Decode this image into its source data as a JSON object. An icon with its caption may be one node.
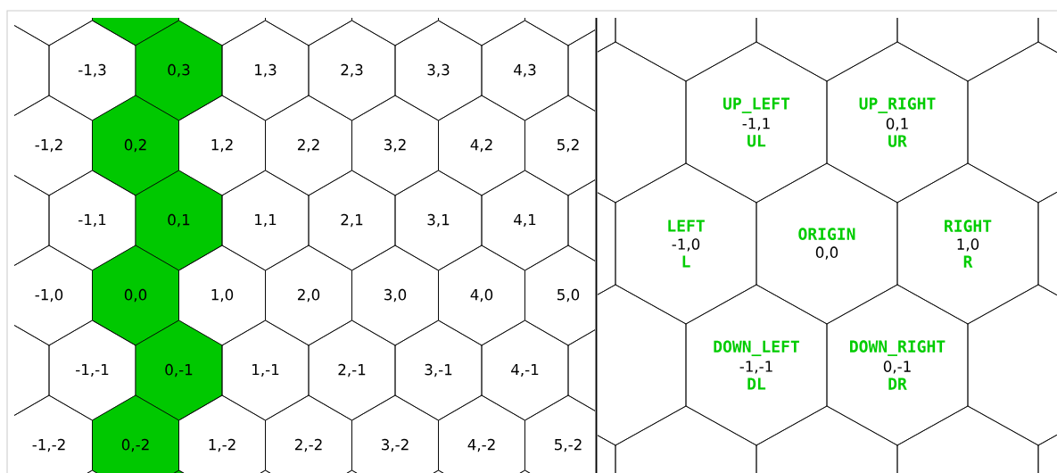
{
  "diagram": {
    "nodes": [
      {
        "text": [
          "-1,3"
        ]
      },
      {
        "text": [
          "0,3"
        ]
      },
      {
        "text": [
          "1,3"
        ]
      },
      {
        "text": [
          "2,3"
        ]
      },
      {
        "text": [
          "3,3"
        ]
      },
      {
        "text": [
          "4,3"
        ]
      },
      {
        "text": [
          "-1,2"
        ]
      },
      {
        "text": [
          "0,2"
        ]
      },
      {
        "text": [
          "1,2"
        ]
      },
      {
        "text": [
          "2,2"
        ]
      },
      {
        "text": [
          "3,2"
        ]
      },
      {
        "text": [
          "4,2"
        ]
      },
      {
        "text": [
          "5,2"
        ]
      },
      {
        "text": [
          "-1,1"
        ]
      },
      {
        "text": [
          "0,1"
        ]
      },
      {
        "text": [
          "1,1"
        ]
      },
      {
        "text": [
          "2,1"
        ]
      },
      {
        "text": [
          "3,1"
        ]
      },
      {
        "text": [
          "4,1"
        ]
      },
      {
        "text": [
          "-1,0"
        ]
      },
      {
        "text": [
          "0,0"
        ]
      },
      {
        "text": [
          "1,0"
        ]
      },
      {
        "text": [
          "2,0"
        ]
      },
      {
        "text": [
          "3,0"
        ]
      },
      {
        "text": [
          "4,0"
        ]
      },
      {
        "text": [
          "5,0"
        ]
      },
      {
        "text": [
          "-1,-1"
        ]
      },
      {
        "text": [
          "0,-1"
        ]
      },
      {
        "text": [
          "1,-1"
        ]
      },
      {
        "text": [
          "2,-1"
        ]
      },
      {
        "text": [
          "3,-1"
        ]
      },
      {
        "text": [
          "4,-1"
        ]
      },
      {
        "text": [
          "-1,-2"
        ]
      },
      {
        "text": [
          "0,-2"
        ]
      },
      {
        "text": [
          "1,-2"
        ]
      },
      {
        "text": [
          "2,-2"
        ]
      },
      {
        "text": [
          "3,-2"
        ]
      },
      {
        "text": [
          "4,-2"
        ]
      },
      {
        "text": [
          "5,-2"
        ]
      },
      {
        "text": [
          "UP_LEFT",
          "-1,1",
          "UL"
        ]
      },
      {
        "text": [
          "UP_RIGHT",
          "0,1",
          "UR"
        ]
      },
      {
        "text": [
          "LEFT",
          "-1,0",
          "L"
        ]
      },
      {
        "text": [
          "ORIGIN",
          "0,0"
        ]
      },
      {
        "text": [
          "RIGHT",
          "1,0",
          "R"
        ]
      },
      {
        "text": [
          "DOWN_LEFT",
          "-1,-1",
          "DL"
        ]
      },
      {
        "text": [
          "DOWN_RIGHT",
          "0,-1",
          "DR"
        ]
      }
    ]
  }
}
